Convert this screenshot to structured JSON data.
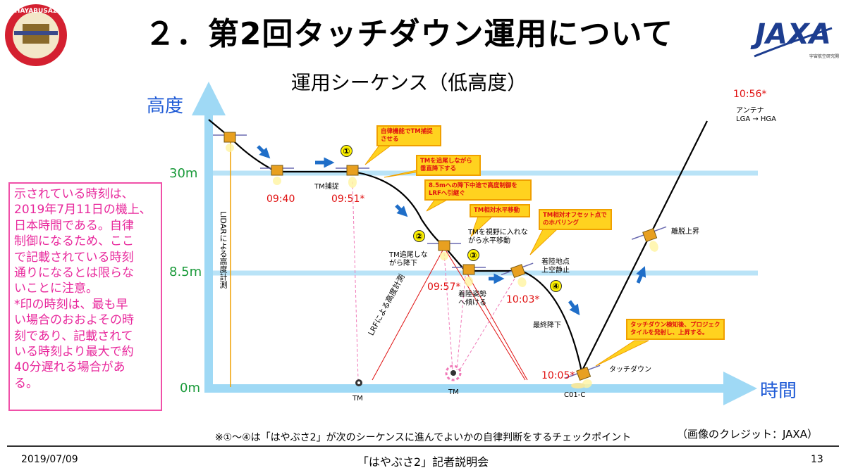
{
  "slide": {
    "title": "２．第2回タッチダウン運用について",
    "subtitle": "運用シーケンス（低高度）",
    "logo_mission_text": "HAYABUSA2",
    "logo_agency_text": "JAXA",
    "logo_agency_sub": "宇宙航空研究開発機構"
  },
  "axes": {
    "y_label": "高度",
    "x_label": "時間",
    "levels": [
      "30m",
      "8.5m",
      "0m"
    ]
  },
  "note": {
    "lines": [
      "示されている時刻は、",
      "2019年7月11日の機上、",
      "日本時間である。自律",
      "制御になるため、ここ",
      "で記載されている時刻",
      "通りになるとは限らな",
      "いことに注意。",
      "*印の時刻は、最も早",
      "い場合のおおよその時",
      "刻であり、記載されて",
      "いる時刻より最大で約",
      "40分遅れる場合があ",
      "る。"
    ]
  },
  "times": {
    "t0940": "09:40",
    "t0951": "09:51*",
    "t0957": "09:57*",
    "t1003": "10:03*",
    "t1005": "10:05*",
    "t1056": "10:56*"
  },
  "labels": {
    "tm_capture": "TM捕捉",
    "tm_track_a": "TM追尾しな",
    "tm_track_b": "がら降下",
    "tm_view_a": "TMを視野に入れな",
    "tm_view_b": "がら水平移動",
    "attitude_a": "着陸姿勢",
    "attitude_b": "へ傾ける",
    "landing_a": "着陸地点",
    "landing_b": "上空静止",
    "final_descent": "最終降下",
    "touchdown": "タッチダウン",
    "ascent": "離脱上昇",
    "antenna_a": "アンテナ",
    "antenna_b": "LGA → HGA",
    "tm_left": "TM",
    "tm_center": "TM",
    "c01c": "C01-C",
    "lidar": "LIDARによる高度計測",
    "lrf": "LRFによる高度計測"
  },
  "callouts": {
    "c1": "自律機能でTM捕捉させる",
    "c2": "TMを追尾しながら垂直降下する",
    "c3": "8.5mへの降下中途で高度制御をLRFへ引継ぐ",
    "c4": "TM相対水平移動",
    "c5": "TM相対オフセット点でのホバリング",
    "c6": "タッチダウン検知後、プロジェクタイルを発射し、上昇する。"
  },
  "checkpoints": [
    "①",
    "②",
    "③",
    "④"
  ],
  "footer": {
    "checkpoint_note": "※①～④は「はやぶさ2」が次のシーケンスに進んでよいかの自律判断をするチェックポイント",
    "credit": "（画像のクレジット：JAXA）",
    "date": "2019/07/09",
    "center": "「はやぶさ2」記者説明会",
    "page": "13"
  },
  "colors": {
    "axis": "#9fd9f5",
    "axis_label": "#1f5bd6",
    "level_label": "#1a9a3a",
    "note_border": "#f050a8",
    "note_text": "#e8289c",
    "time_red": "#e01010",
    "callout_fill": "#ffd21f",
    "arrow_blue": "#1f6ec8"
  }
}
